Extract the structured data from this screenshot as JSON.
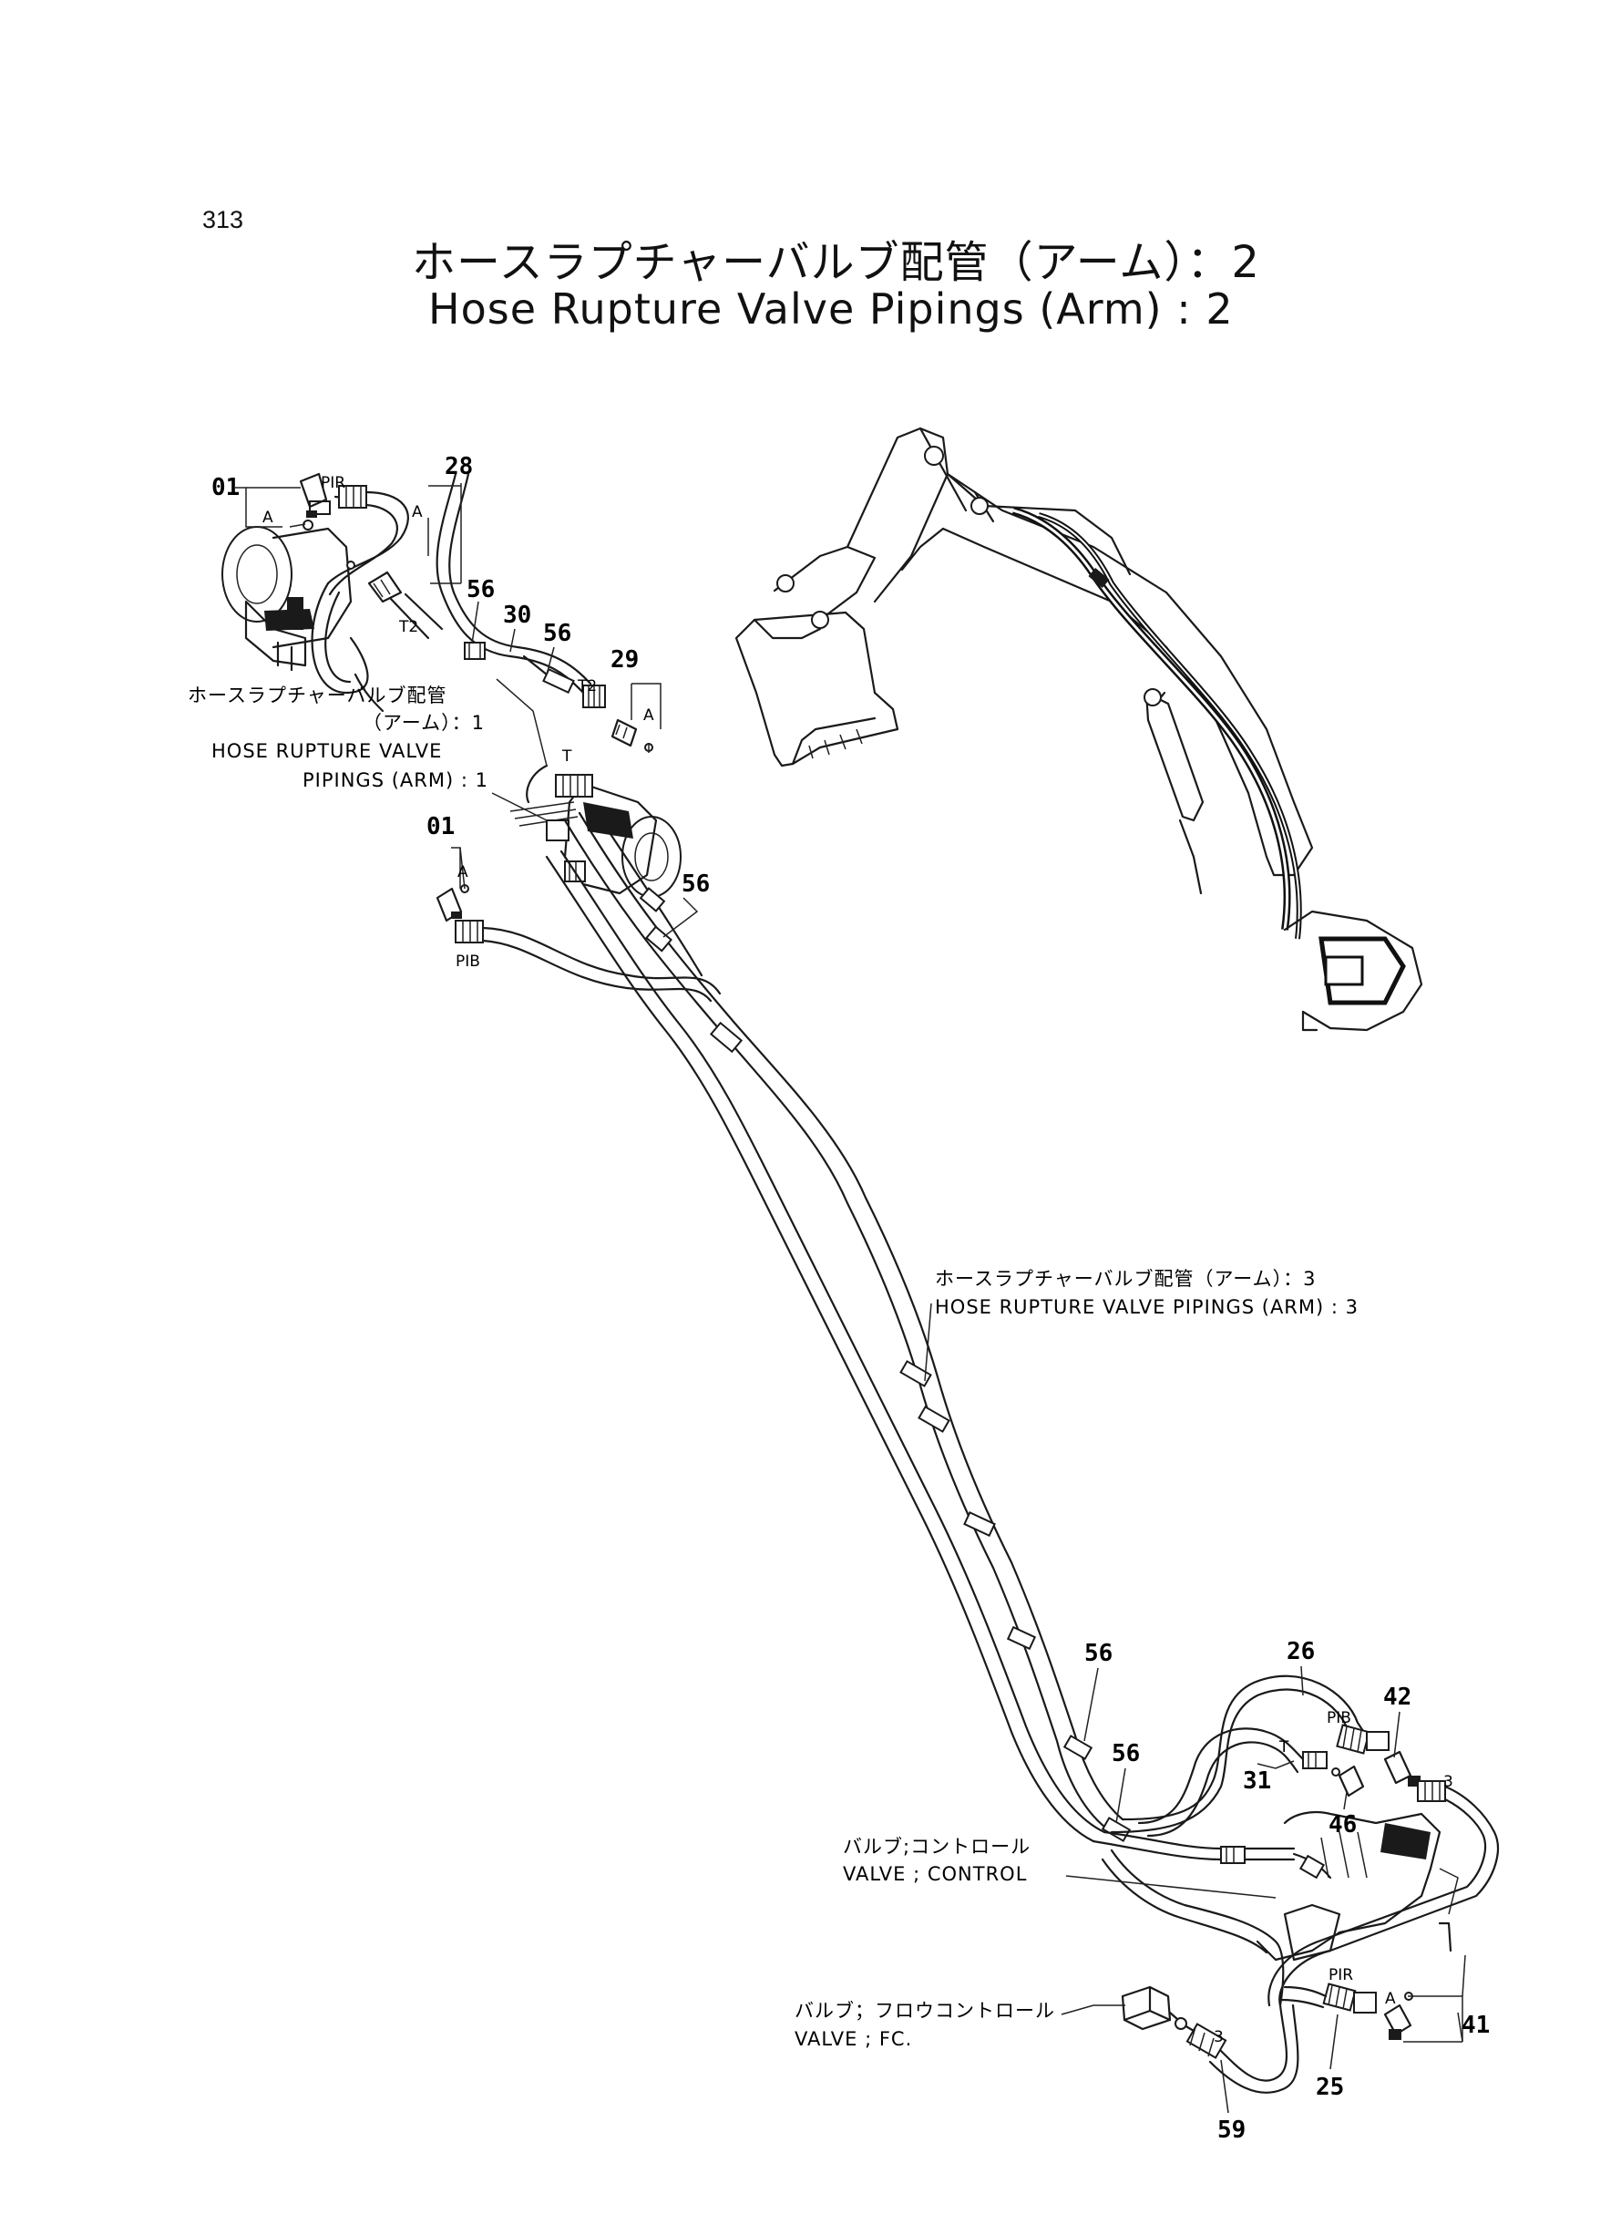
{
  "page": {
    "number": "313",
    "title_jp": "ホースラプチャーバルブ配管（アーム）：2",
    "title_en": "Hose Rupture Valve Pipings (Arm) : 2"
  },
  "labels": {
    "p01_top": "01",
    "a_top_left": "A",
    "pir_top": "PIR",
    "p28": "28",
    "a_28": "A",
    "p56_a": "56",
    "p30": "30",
    "p56_b": "56",
    "t2_a": "T2",
    "t2_b": "T2",
    "p29": "29",
    "a_29": "A",
    "t_mid": "T",
    "p01_mid": "01",
    "a_mid": "A",
    "pib_left": "PIB",
    "p56_c": "56",
    "p56_d": "56",
    "p56_e": "56",
    "p26": "26",
    "pib_right": "PIB",
    "p42": "42",
    "t_right": "T",
    "p31": "31",
    "p46": "46",
    "three_a": "3",
    "pir_right": "PIR",
    "a_right": "A",
    "p41": "41",
    "p25": "25",
    "three_b": "3",
    "p59": "59"
  },
  "annotations": {
    "arm1_jp_1": "ホースラプチャーバルブ配管",
    "arm1_jp_2": "（アーム）：1",
    "arm1_en_1": "HOSE RUPTURE VALVE",
    "arm1_en_2": "PIPINGS (ARM) : 1",
    "arm3_jp": "ホースラプチャーバルブ配管（アーム）：3",
    "arm3_en": "HOSE RUPTURE VALVE PIPINGS (ARM) : 3",
    "cv_jp": "バルブ;コントロール",
    "cv_en": "VALVE ; CONTROL",
    "fc_jp": "バルブ；フロウコントロール",
    "fc_en": "VALVE ; FC."
  }
}
